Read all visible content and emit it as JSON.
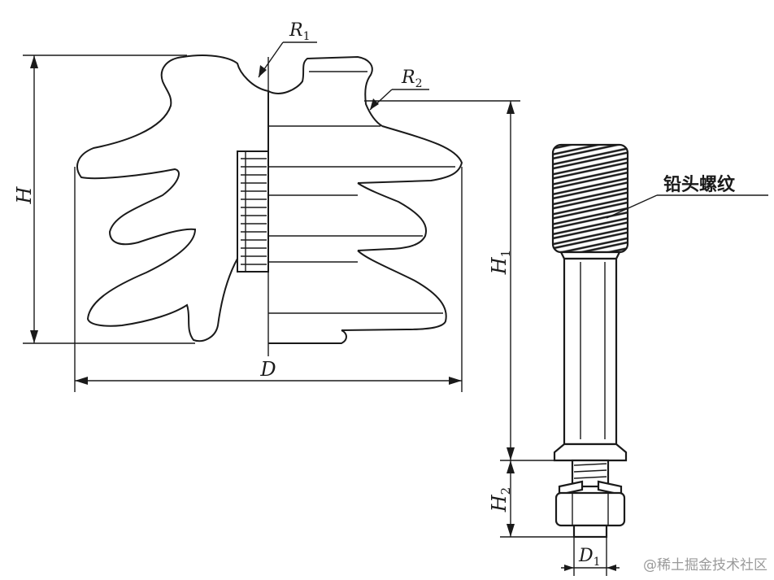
{
  "labels": {
    "H": "H",
    "R1_main": "R",
    "R1_sub": "1",
    "R2_main": "R",
    "R2_sub": "2",
    "D": "D",
    "H1_main": "H",
    "H1_sub": "1",
    "H2_main": "H",
    "H2_sub": "2",
    "D1_main": "D",
    "D1_sub": "1",
    "thread_note": "铅头螺纹"
  },
  "watermark": "@稀土掘金技术社区"
}
